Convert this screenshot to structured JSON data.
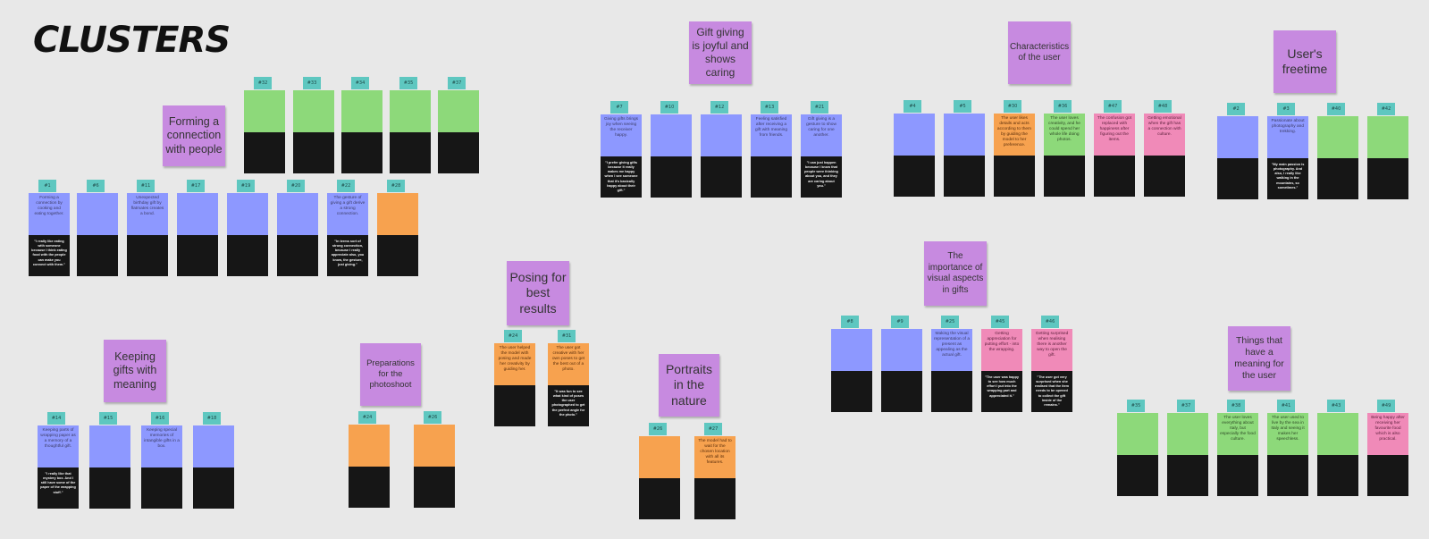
{
  "board": {
    "title": "CLUSTERS"
  },
  "colors": {
    "background": "#e8e8e8",
    "cluster": "#c78ae0",
    "tag": "#5ec7c0",
    "blue": "#8d98ff",
    "green": "#8dd97a",
    "orange": "#f7a24f",
    "pink": "#f08ab8",
    "quote": "#161616"
  },
  "clusters": [
    {
      "id": "forming",
      "title": "Forming a connection with people",
      "font": 12.5,
      "notes": [
        {
          "tag": "#1",
          "color": "blue",
          "text": "Forming a connection by cooking and eating together.",
          "quote": "\"I really like eating with someone because I think eating food with the people can make you connect with them.\""
        },
        {
          "tag": "#6",
          "color": "blue",
          "text": "",
          "quote": ""
        },
        {
          "tag": "#11",
          "color": "blue",
          "text": "Unexpected birthday gift by flatmates creates a bond.",
          "quote": ""
        },
        {
          "tag": "#17",
          "color": "blue",
          "text": "",
          "quote": ""
        },
        {
          "tag": "#19",
          "color": "blue",
          "text": "",
          "quote": ""
        },
        {
          "tag": "#20",
          "color": "blue",
          "text": "",
          "quote": ""
        },
        {
          "tag": "#22",
          "color": "blue",
          "text": "The gesture of giving a gift derive a strong connection.",
          "quote": "\"In terms sort of strong connection, because I really appreciate also, you know, the gesture, just giving.\""
        },
        {
          "tag": "#28",
          "color": "orange",
          "text": "",
          "quote": ""
        },
        {
          "tag": "#32",
          "color": "green",
          "text": "",
          "quote": ""
        },
        {
          "tag": "#33",
          "color": "green",
          "text": "",
          "quote": ""
        },
        {
          "tag": "#34",
          "color": "green",
          "text": "",
          "quote": ""
        },
        {
          "tag": "#35",
          "color": "green",
          "text": "",
          "quote": ""
        },
        {
          "tag": "#37",
          "color": "green",
          "text": "",
          "quote": ""
        }
      ]
    },
    {
      "id": "joyful",
      "title": "Gift giving is joyful and shows caring",
      "font": 12,
      "notes": [
        {
          "tag": "#7",
          "color": "blue",
          "text": "Giving gifts brings joy when seeing the receiver happy.",
          "quote": "\"I prefer giving gifts because it really makes me happy when I see someone that it's basically happy about their gift.\""
        },
        {
          "tag": "#10",
          "color": "blue",
          "text": "",
          "quote": ""
        },
        {
          "tag": "#12",
          "color": "blue",
          "text": "",
          "quote": ""
        },
        {
          "tag": "#13",
          "color": "blue",
          "text": "Feeling satisfied after receiving a gift with meaning from friends.",
          "quote": ""
        },
        {
          "tag": "#21",
          "color": "blue",
          "text": "Gift giving is a gesture to show caring for one another.",
          "quote": "\"I can just happen because I know that people were thinking about you, and they are caring about you.\""
        }
      ]
    },
    {
      "id": "characteristics",
      "title": "Characteristics of the user",
      "font": 10,
      "notes": [
        {
          "tag": "#4",
          "color": "blue",
          "text": "",
          "quote": ""
        },
        {
          "tag": "#5",
          "color": "blue",
          "text": "",
          "quote": ""
        },
        {
          "tag": "#30",
          "color": "orange",
          "text": "The user likes details and acts according to them by guiding the model to her preference.",
          "quote": ""
        },
        {
          "tag": "#36",
          "color": "green",
          "text": "The user loves creativity, and he could spend her whole life doing photos.",
          "quote": ""
        },
        {
          "tag": "#47",
          "color": "pink",
          "text": "The confusion got replaced with happiness after figuring out the items.",
          "quote": ""
        },
        {
          "tag": "#48",
          "color": "pink",
          "text": "Getting emotional when the gift has a connection with culture.",
          "quote": ""
        }
      ]
    },
    {
      "id": "freetime",
      "title": "User's freetime",
      "font": 14,
      "notes": [
        {
          "tag": "#2",
          "color": "blue",
          "text": "",
          "quote": ""
        },
        {
          "tag": "#3",
          "color": "blue",
          "text": "Passionate about photography and trekking.",
          "quote": "\"My main passion is photography. And also, I really like walking in the mountains, so sometimes.\""
        },
        {
          "tag": "#40",
          "color": "green",
          "text": "",
          "quote": ""
        },
        {
          "tag": "#42",
          "color": "green",
          "text": "",
          "quote": ""
        }
      ]
    },
    {
      "id": "posing",
      "title": "Posing for best results",
      "font": 14,
      "notes": [
        {
          "tag": "#24",
          "color": "orange",
          "text": "The user helped the model with posing and made her creativity by guiding her.",
          "quote": ""
        },
        {
          "tag": "#31",
          "color": "orange",
          "text": "The user got creative with her own poses to get the best out of a photo.",
          "quote": "\"It was fun to see what kind of poses the user photographed to get the perfect angle for the photo.\""
        }
      ]
    },
    {
      "id": "visual",
      "title": "The importance of visual aspects in gifts",
      "font": 10,
      "notes": [
        {
          "tag": "#8",
          "color": "blue",
          "text": "",
          "quote": ""
        },
        {
          "tag": "#9",
          "color": "blue",
          "text": "",
          "quote": ""
        },
        {
          "tag": "#25",
          "color": "blue",
          "text": "Making the visual representation of a present as appealing as the actual gift.",
          "quote": ""
        },
        {
          "tag": "#45",
          "color": "pink",
          "text": "Getting appreciation for putting effort - into the wrapping.",
          "quote": "\"The user was happy to see how much effort I put into the wrapping part and appreciated it.\""
        },
        {
          "tag": "#46",
          "color": "pink",
          "text": "Getting surprised when realising there is another way to open the gift.",
          "quote": "\"The user got very surprised when she realised that the item needs to be opened to collect the gift inside of the remains.\""
        }
      ]
    },
    {
      "id": "meaning",
      "title": "Things that have a meaning for the user",
      "font": 10.5,
      "notes": [
        {
          "tag": "#35",
          "color": "green",
          "text": "",
          "quote": ""
        },
        {
          "tag": "#37",
          "color": "green",
          "text": "",
          "quote": ""
        },
        {
          "tag": "#38",
          "color": "green",
          "text": "The user loves everything about Italy, but especially the food culture.",
          "quote": ""
        },
        {
          "tag": "#41",
          "color": "green",
          "text": "The user used to live by the sea in Italy and seeing it makes her speechless.",
          "quote": ""
        },
        {
          "tag": "#43",
          "color": "green",
          "text": "",
          "quote": ""
        },
        {
          "tag": "#49",
          "color": "pink",
          "text": "Being happy after receiving her favourite food which is also practical.",
          "quote": ""
        }
      ]
    },
    {
      "id": "keeping",
      "title": "Keeping gifts with meaning",
      "font": 12.5,
      "notes": [
        {
          "tag": "#14",
          "color": "blue",
          "text": "Keeping parts of wrapping paper as a memory of a thoughtful gift.",
          "quote": "\"I really like that mystery box. And I still have some of the paper of the wrapping stuff.\""
        },
        {
          "tag": "#15",
          "color": "blue",
          "text": "",
          "quote": ""
        },
        {
          "tag": "#16",
          "color": "blue",
          "text": "Keeping special memories of intangible gifts in a box.",
          "quote": ""
        },
        {
          "tag": "#18",
          "color": "blue",
          "text": "",
          "quote": ""
        }
      ]
    },
    {
      "id": "preparations",
      "title": "Preparations for the photoshoot",
      "font": 9.5,
      "notes": [
        {
          "tag": "#24",
          "color": "orange",
          "text": "",
          "quote": ""
        },
        {
          "tag": "#26",
          "color": "orange",
          "text": "",
          "quote": ""
        }
      ]
    },
    {
      "id": "portraits",
      "title": "Portraits in the nature",
      "font": 14,
      "notes": [
        {
          "tag": "#26",
          "color": "orange",
          "text": "",
          "quote": ""
        },
        {
          "tag": "#27",
          "color": "orange",
          "text": "The model had to wait for the chosen location with all its features.",
          "quote": ""
        }
      ]
    }
  ]
}
